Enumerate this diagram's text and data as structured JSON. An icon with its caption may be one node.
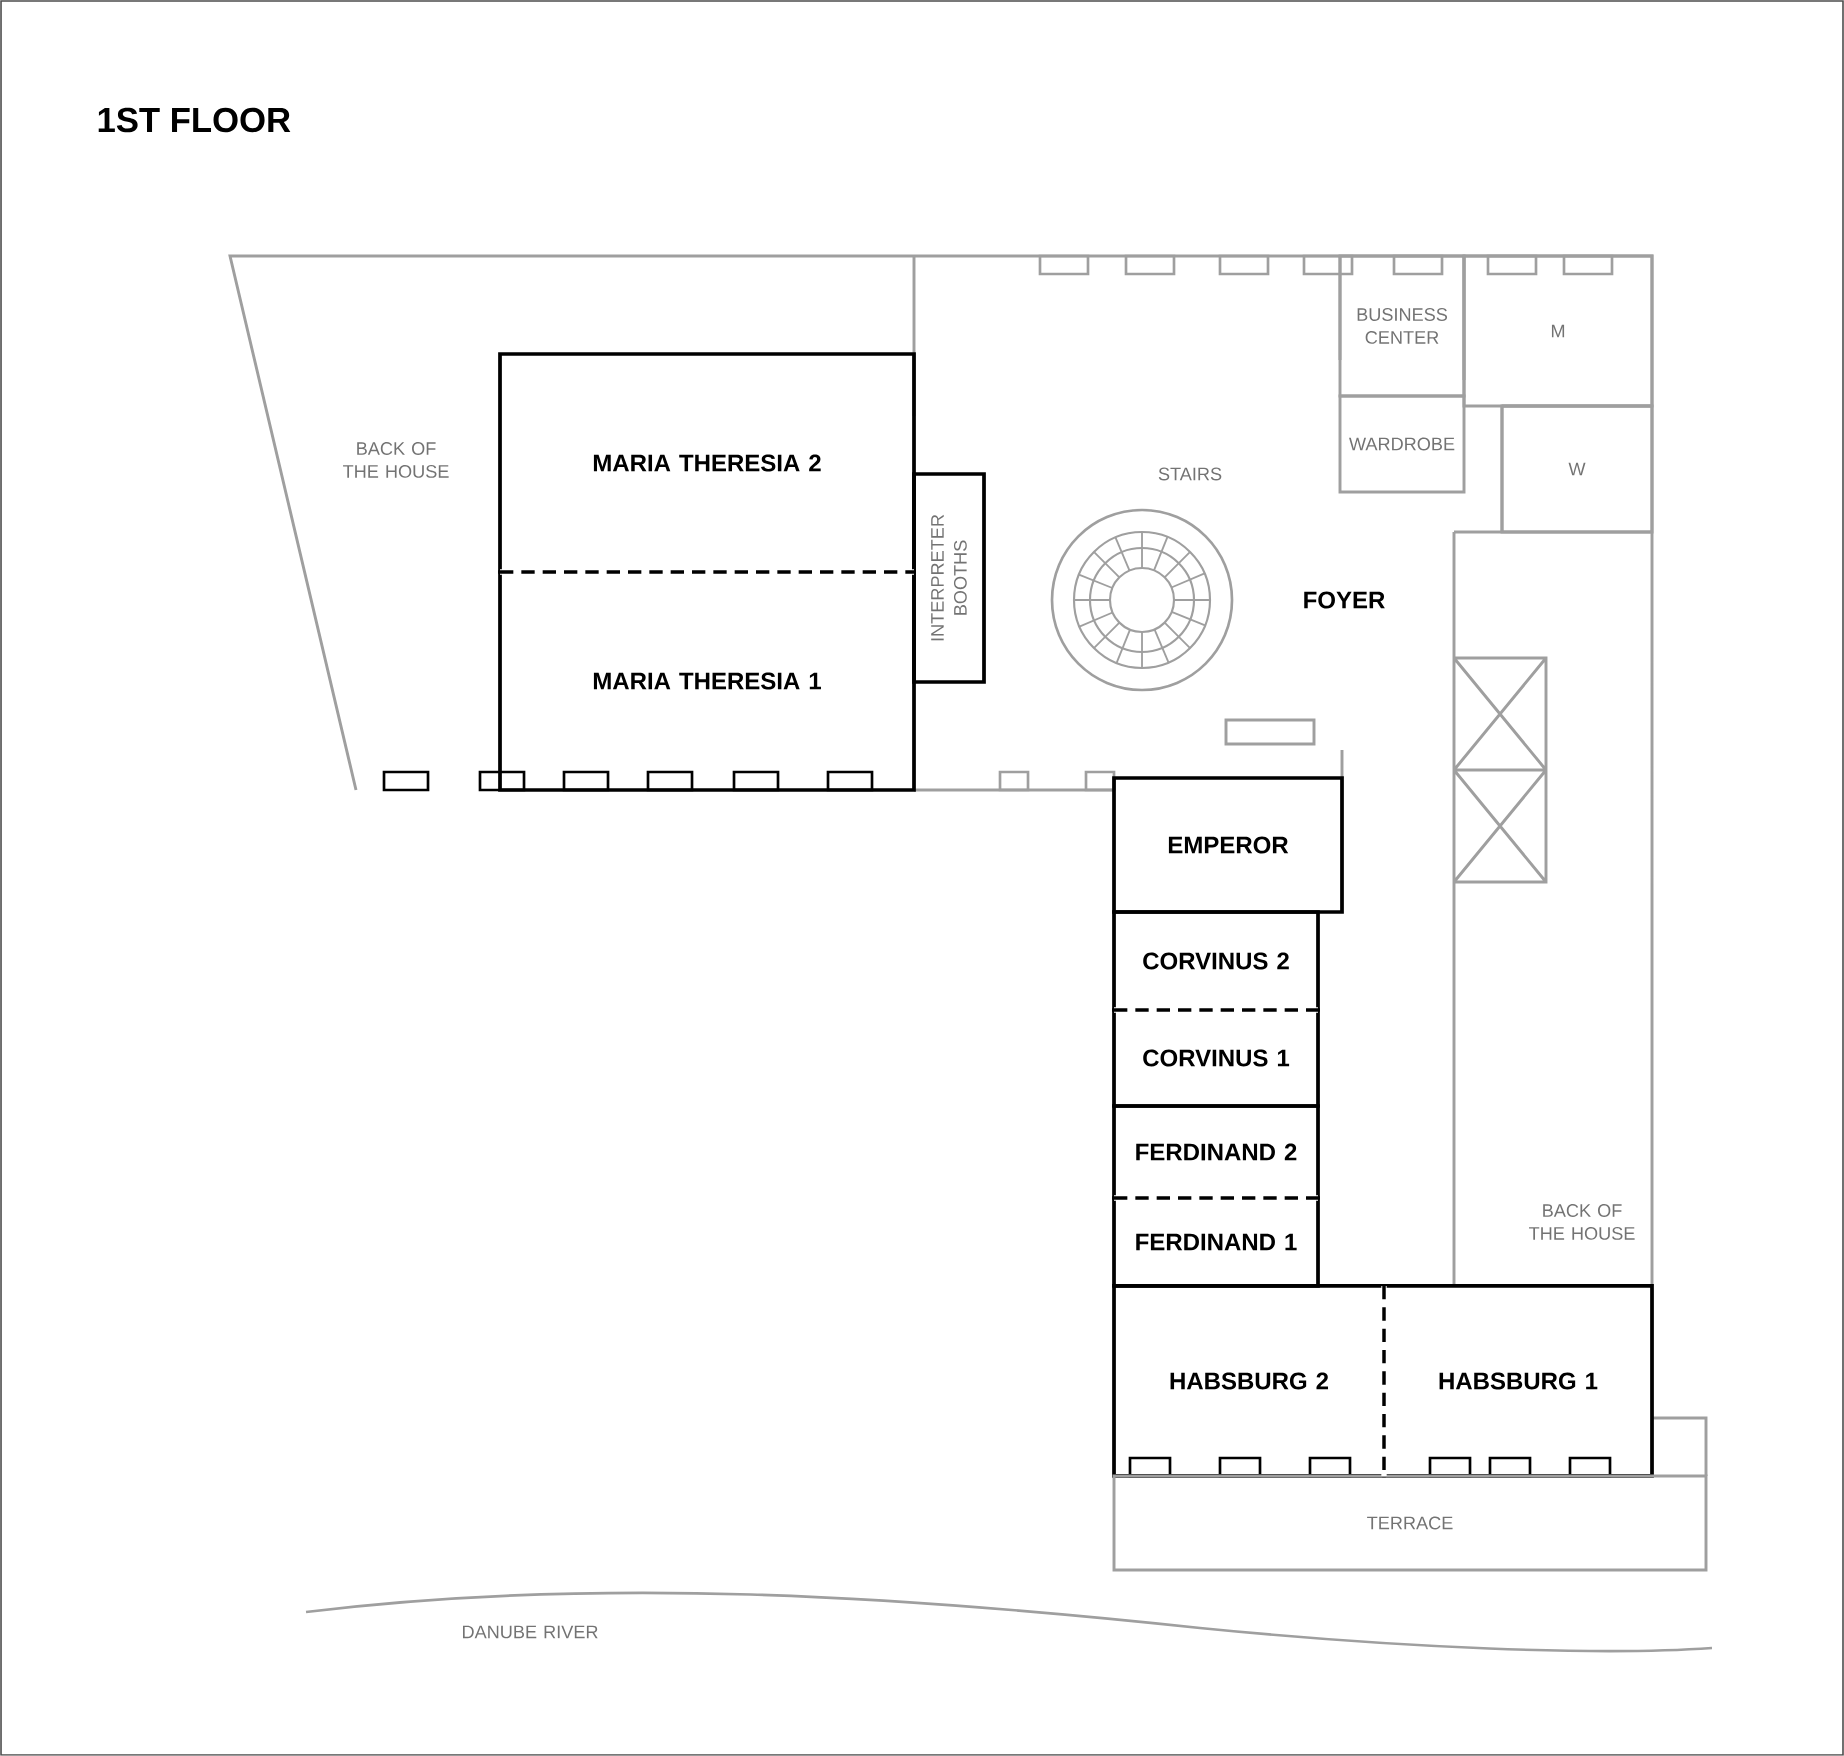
{
  "diagram": {
    "title": "1ST FLOOR",
    "nodes": [
      {
        "text": [
          "MARIA THERESIA 2"
        ]
      },
      {
        "text": [
          "MARIA THERESIA 1"
        ]
      },
      {
        "text": [
          "INTERPRETER BOOTHS"
        ]
      },
      {
        "text": [
          "BUSINESS CENTER"
        ]
      },
      {
        "text": [
          "WARDROBE"
        ]
      },
      {
        "text": [
          "M"
        ]
      },
      {
        "text": [
          "W"
        ]
      },
      {
        "text": [
          "EMPEROR"
        ]
      },
      {
        "text": [
          "CORVINUS 2"
        ]
      },
      {
        "text": [
          "CORVINUS 1"
        ]
      },
      {
        "text": [
          "FERDINAND 2"
        ]
      },
      {
        "text": [
          "FERDINAND 1"
        ]
      },
      {
        "text": [
          "HABSBURG 2"
        ]
      },
      {
        "text": [
          "HABSBURG 1"
        ]
      },
      {
        "text": [
          "TERRACE"
        ]
      }
    ],
    "labels": [
      "BACK OF THE HOUSE",
      "STAIRS",
      "FOYER",
      "BACK OF THE HOUSE",
      "DANUBE RIVER"
    ]
  }
}
